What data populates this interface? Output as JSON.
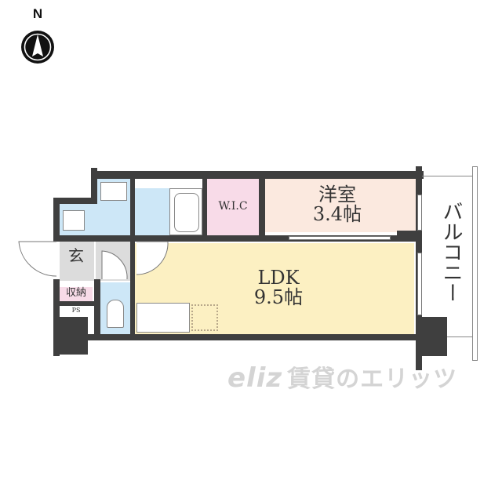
{
  "compass": {
    "label": "N",
    "icon": "north-arrow-icon"
  },
  "rooms": {
    "western_room": {
      "name": "洋室",
      "size": "3.4帖",
      "color": "#fbe9df"
    },
    "ldk": {
      "name": "LDK",
      "size": "9.5帖",
      "color": "#fcf0c2"
    },
    "wic": {
      "name": "W.I.C",
      "color": "#f8dbe8"
    },
    "entrance": {
      "name": "玄",
      "color": "#dcdcdc"
    },
    "storage": {
      "name": "収納",
      "color": "#f8dbe8"
    },
    "ps": {
      "name": "PS"
    },
    "bath_color": "#cde7f7"
  },
  "balcony": {
    "label": "バルコニー"
  },
  "watermark": {
    "logo": "eliz",
    "text": "賃貸のエリッツ"
  },
  "colors": {
    "wall": "#3f3f3f"
  }
}
